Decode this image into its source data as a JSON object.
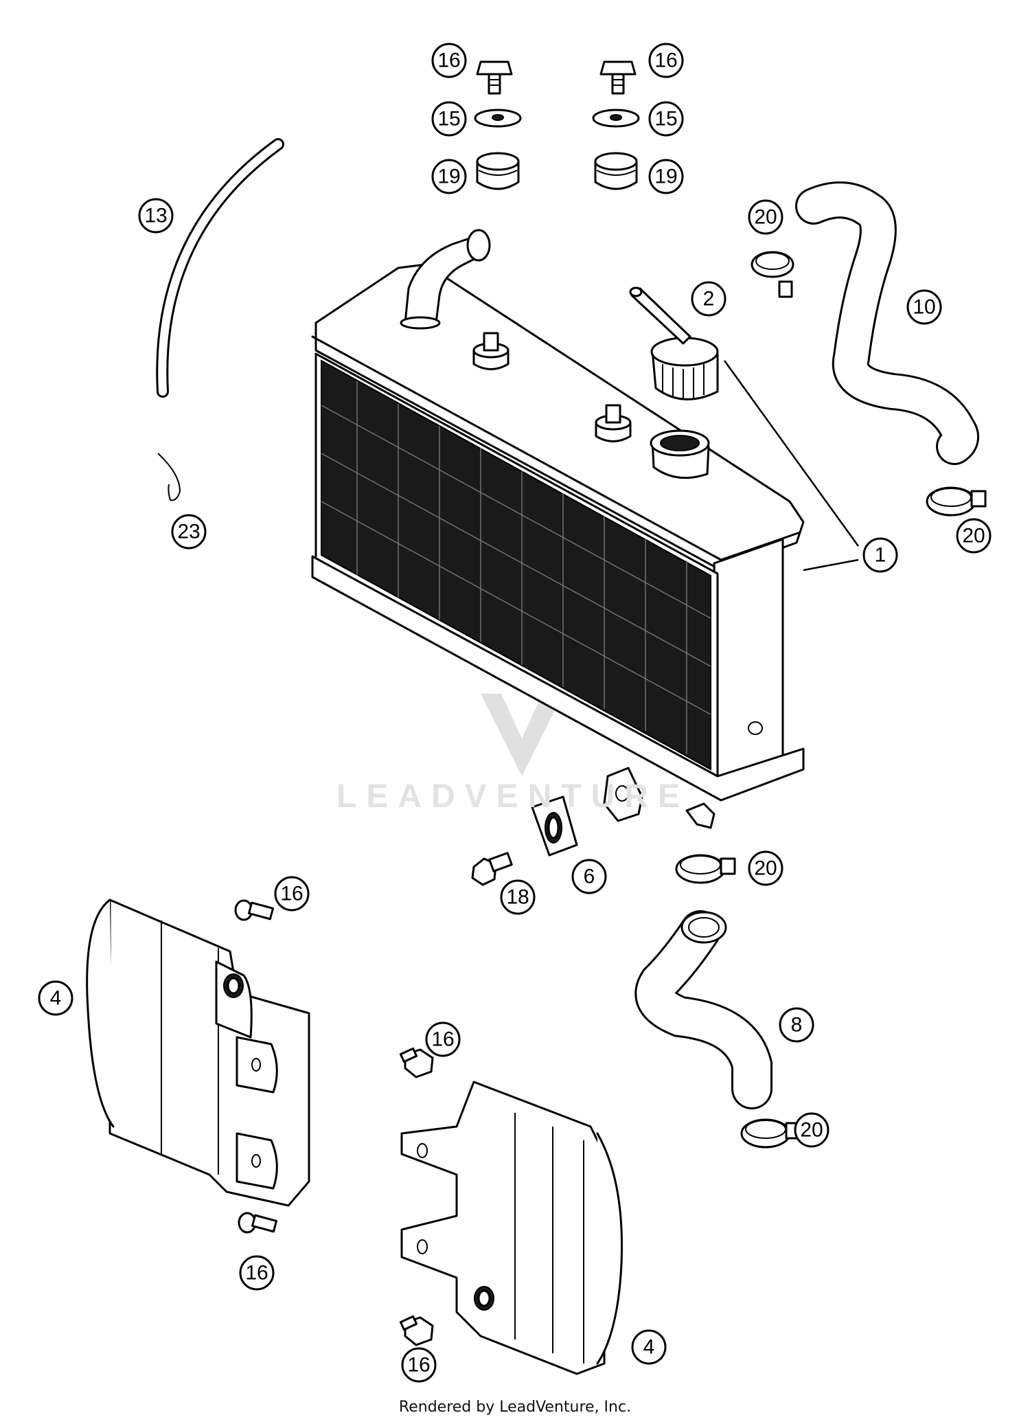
{
  "diagram": {
    "callouts": [
      {
        "id": "1",
        "label": "1"
      },
      {
        "id": "2",
        "label": "2"
      },
      {
        "id": "4a",
        "label": "4"
      },
      {
        "id": "4b",
        "label": "4"
      },
      {
        "id": "6",
        "label": "6"
      },
      {
        "id": "8",
        "label": "8"
      },
      {
        "id": "10",
        "label": "10"
      },
      {
        "id": "13",
        "label": "13"
      },
      {
        "id": "15a",
        "label": "15"
      },
      {
        "id": "15b",
        "label": "15"
      },
      {
        "id": "16a",
        "label": "16"
      },
      {
        "id": "16b",
        "label": "16"
      },
      {
        "id": "16c",
        "label": "16"
      },
      {
        "id": "16d",
        "label": "16"
      },
      {
        "id": "16e",
        "label": "16"
      },
      {
        "id": "16f",
        "label": "16"
      },
      {
        "id": "18",
        "label": "18"
      },
      {
        "id": "19a",
        "label": "19"
      },
      {
        "id": "19b",
        "label": "19"
      },
      {
        "id": "20a",
        "label": "20"
      },
      {
        "id": "20b",
        "label": "20"
      },
      {
        "id": "20c",
        "label": "20"
      },
      {
        "id": "20d",
        "label": "20"
      },
      {
        "id": "23",
        "label": "23"
      }
    ]
  },
  "watermark": {
    "text": "LEADVENTURE"
  },
  "footer": {
    "text": "Rendered by LeadVenture, Inc."
  }
}
